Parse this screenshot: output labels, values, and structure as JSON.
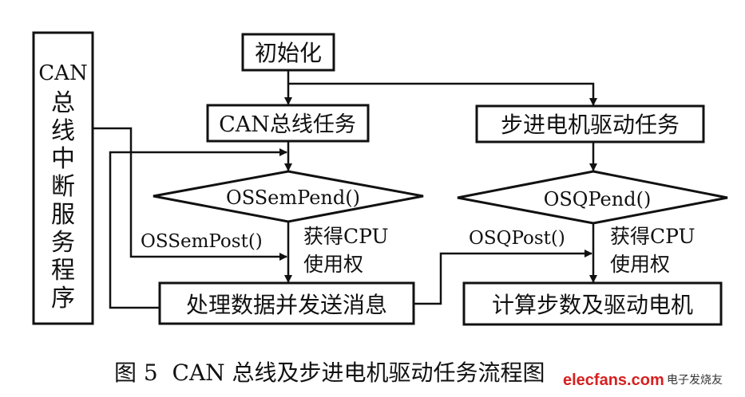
{
  "isr_box": {
    "label_en": "CAN",
    "label_cn": [
      "总",
      "线",
      "中",
      "断",
      "服",
      "务",
      "程",
      "序"
    ]
  },
  "nodes": {
    "init": "初始化",
    "can_task": "CAN总线任务",
    "stepper_task": "步进电机驱动任务",
    "sem_pend": "OSSemPend()",
    "q_pend": "OSQPend()",
    "process": "处理数据并发送消息",
    "compute": "计算步数及驱动电机"
  },
  "edge_labels": {
    "sem_post": "OSSemPost()",
    "q_post": "OSQPost()",
    "got_cpu_1a": "获得CPU",
    "got_cpu_1b": "使用权",
    "got_cpu_2a": "获得CPU",
    "got_cpu_2b": "使用权"
  },
  "caption": "图 5  CAN 总线及步进电机驱动任务流程图",
  "watermark": {
    "site": "elecfans.com",
    "name": "电子发烧友",
    "color": "#d62020"
  }
}
